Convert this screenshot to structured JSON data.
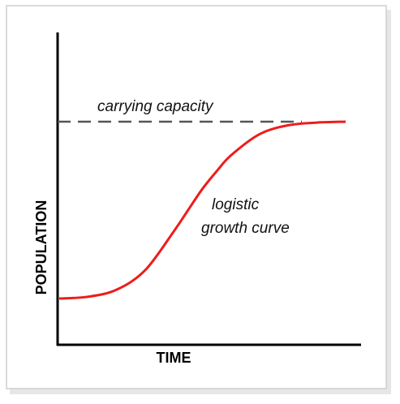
{
  "chart_data": {
    "type": "line",
    "xlabel": "TIME",
    "ylabel": "POPULATION",
    "grid": false,
    "x_ticks_shown": false,
    "y_ticks_shown": false,
    "annotations": {
      "capacity_label": "carrying capacity",
      "curve_label_line1": "logistic",
      "curve_label_line2": "growth curve"
    },
    "reference_lines": [
      {
        "label": "carrying capacity",
        "style": "dashed",
        "color": "#555555",
        "y": 1.0
      }
    ],
    "series": [
      {
        "color": "#ee1c1c",
        "x": [
          0,
          0.1,
          0.2,
          0.3,
          0.4,
          0.45,
          0.5,
          0.55,
          0.6,
          0.7,
          0.8,
          0.9,
          1.0
        ],
        "values": [
          0.0,
          0.01,
          0.05,
          0.16,
          0.38,
          0.5,
          0.62,
          0.72,
          0.81,
          0.93,
          0.98,
          0.995,
          1.0
        ]
      }
    ]
  }
}
